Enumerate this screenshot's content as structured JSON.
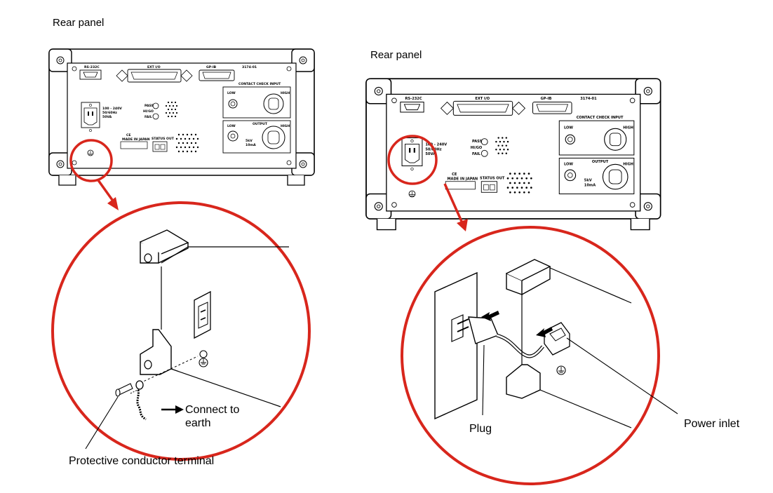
{
  "left_figure": {
    "title": "Rear panel",
    "panel": {
      "rs232c": "RS-232C",
      "ext_io": "EXT I/O",
      "gpib": "GP-IB",
      "model": "3174-01",
      "contact_check_input": "CONTACT CHECK INPUT",
      "low": "LOW",
      "high": "HIGH",
      "output": "OUTPUT",
      "pass": "PASS",
      "hi": "HI/GO",
      "fail": "FAIL",
      "made_in": "MADE IN JAPAN",
      "status_out": "STATUS OUT",
      "power_rating": "100 - 240V",
      "power_freq": "50/60Hz",
      "power_va": "50VA",
      "out_voltage": "5kV",
      "out_current": "10mA",
      "ce": "CE"
    },
    "callouts": {
      "connect": "Connect to",
      "earth": "earth",
      "terminal": "Protective conductor terminal"
    }
  },
  "right_figure": {
    "title": "Rear panel",
    "callouts": {
      "plug": "Plug",
      "inlet": "Power inlet"
    }
  },
  "colors": {
    "highlight_red": "#d8261c",
    "line": "#000000",
    "panel_fill": "#ffffff"
  }
}
